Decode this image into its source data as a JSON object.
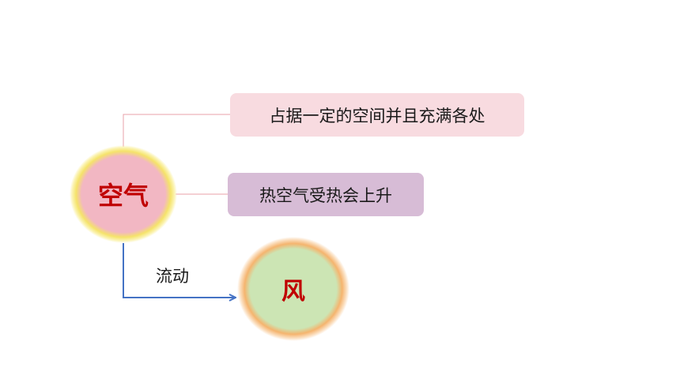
{
  "nodes": {
    "air": {
      "label": "空气"
    },
    "wind": {
      "label": "风"
    }
  },
  "boxes": {
    "fill_space": {
      "text": "占据一定的空间并且充满各处"
    },
    "hot_air_rises": {
      "text": "热空气受热会上升"
    }
  },
  "edges": {
    "flow": {
      "label": "流动"
    }
  },
  "colors": {
    "node_text": "#c00000",
    "air_fill": "#f2b7c3",
    "air_glow": "#f5e36a",
    "wind_fill": "#cce5b4",
    "wind_glow": "#f5b46e",
    "box_fill_space": "#f8dbe0",
    "box_hot_air": "#d7bcd6",
    "connector_pink": "#e8a0a8",
    "arrow_blue": "#4472c4"
  }
}
